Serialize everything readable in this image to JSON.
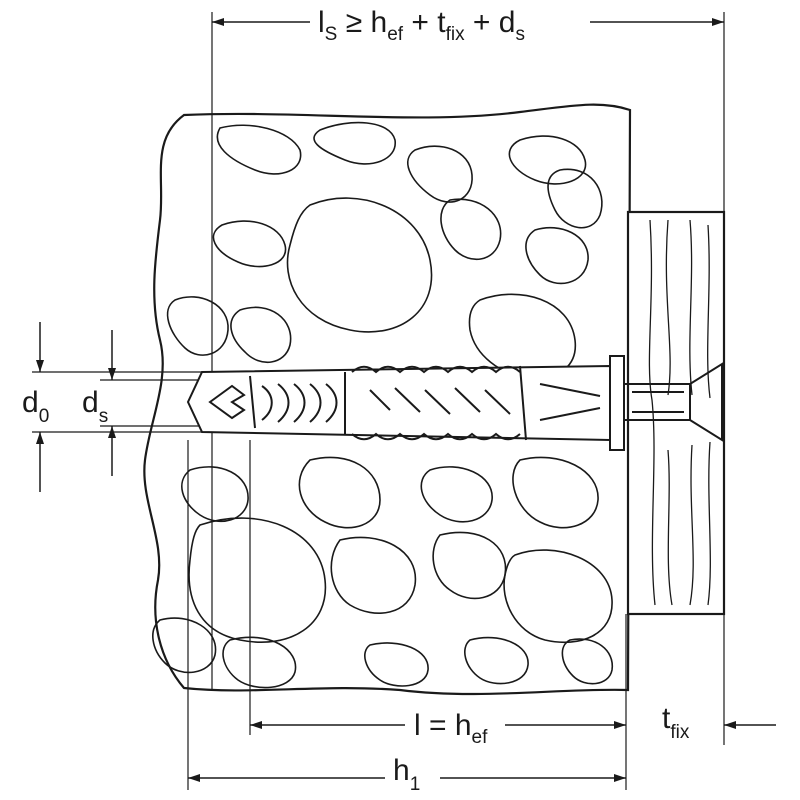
{
  "labels": {
    "top_formula": {
      "l": "l",
      "l_sub": "S",
      "geq": " ≥ h",
      "h_sub": "ef",
      "plus1": " + t",
      "t_sub": "fix",
      "plus2": " + d",
      "d_sub": "s"
    },
    "d0": {
      "main": "d",
      "sub": "0"
    },
    "ds": {
      "main": "d",
      "sub": "s"
    },
    "l_hef": {
      "main": "l = h",
      "sub": "ef"
    },
    "tfix": {
      "main": "t",
      "sub": "fix"
    },
    "h1": {
      "main": "h",
      "sub": "1"
    }
  },
  "colors": {
    "line": "#1a1a1a",
    "background": "#ffffff"
  }
}
